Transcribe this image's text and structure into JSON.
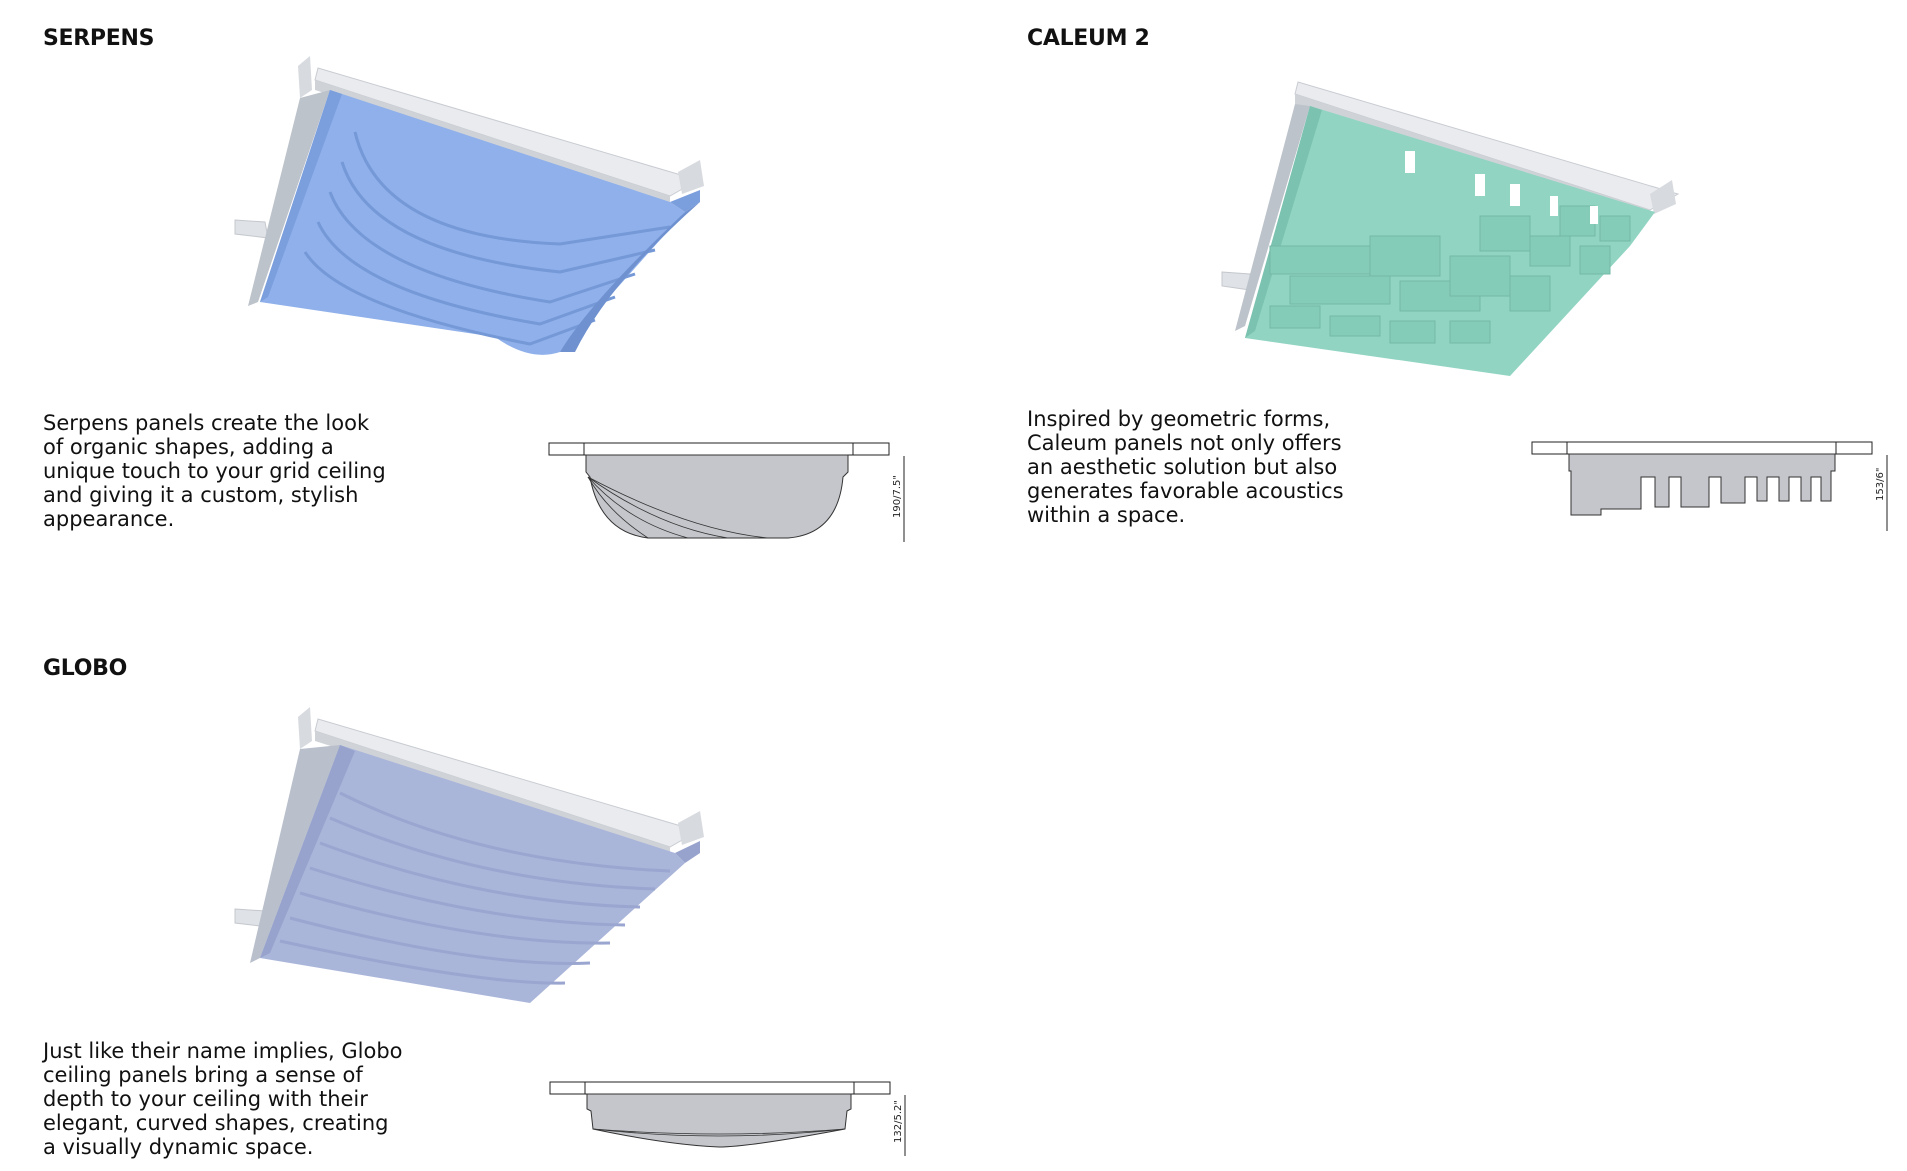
{
  "products": [
    {
      "name": "SERPENS",
      "description_lines": [
        "Serpens panels create the look",
        "of organic shapes, adding a",
        "unique touch to your grid ceiling",
        "and giving it a custom, stylish",
        "appearance."
      ],
      "dimension": "190/7.5\"",
      "color": "#8fb2ec"
    },
    {
      "name": "CALEUM 2",
      "description_lines": [
        "Inspired by geometric forms,",
        "Caleum panels not only offers",
        "an aesthetic solution but also",
        "generates favorable acoustics",
        "within a space."
      ],
      "dimension": "153/6\"",
      "color": "#90d6c4"
    },
    {
      "name": "GLOBO",
      "description_lines": [
        "Just like their name implies, Globo",
        "ceiling panels bring a sense of",
        "depth to your ceiling with their",
        "elegant, curved shapes, creating",
        "a visually dynamic space."
      ],
      "dimension": "132/5.2\"",
      "color": "#a9b5dc"
    }
  ]
}
